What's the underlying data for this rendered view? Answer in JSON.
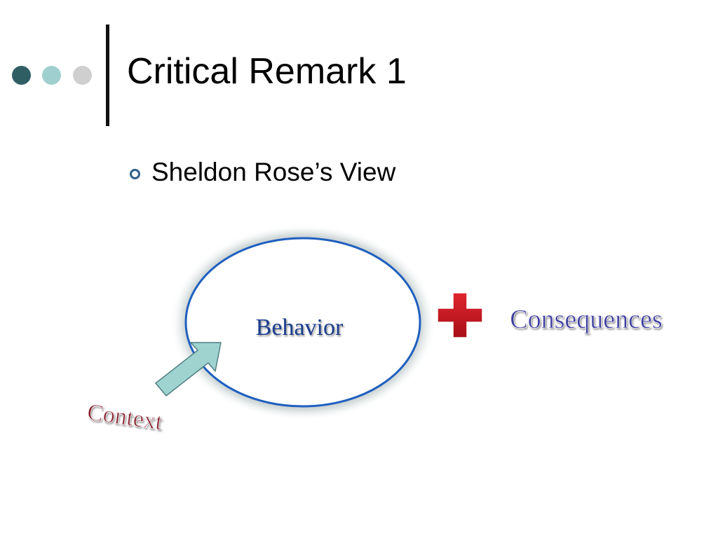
{
  "slide": {
    "title": "Critical Remark 1",
    "bullets": [
      {
        "text": "Sheldon Rose’s View"
      }
    ]
  },
  "diagram": {
    "center_label": "Behavior",
    "input_label": "Context",
    "plus_symbol": "+",
    "output_label": "Consequences"
  },
  "colors": {
    "dot_dark": "#2f5f64",
    "dot_light_teal": "#9fd0cf",
    "dot_grey": "#cfcfcf",
    "ellipse_outline": "#1f5fbf",
    "behavior_text": "#1a3d8c",
    "consequences_text": "#3a3aa0",
    "context_text": "#8b1a2a",
    "plus_color": "#c0141c",
    "arrow_fill": "#9fd3d0"
  },
  "icons": {
    "bullet": "hollow-circle-bullet-icon",
    "plus": "red-cross-plus-icon",
    "arrow": "diagonal-arrow-icon"
  }
}
